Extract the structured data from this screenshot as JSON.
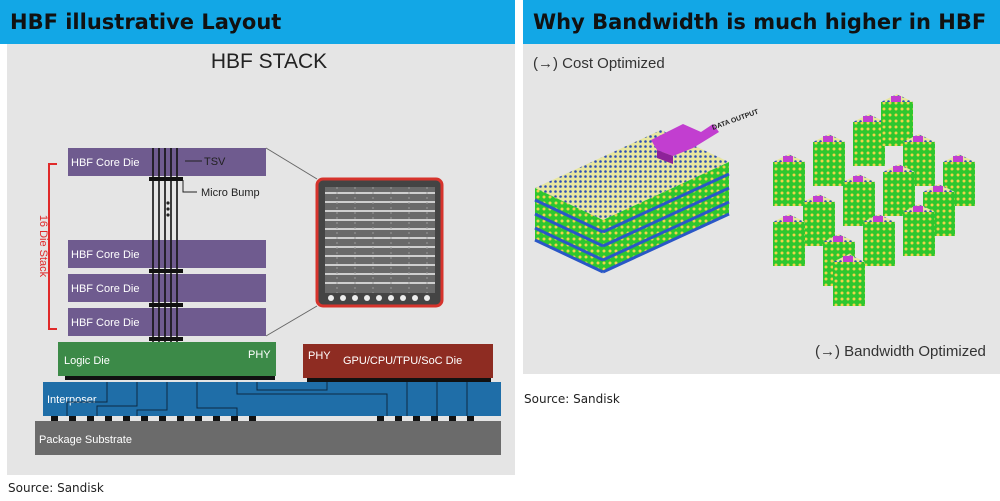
{
  "left_panel": {
    "title": "HBF illustrative Layout",
    "stack_title": "HBF STACK",
    "core_die_label": "HBF Core Die",
    "tsv_label": "TSV",
    "micro_bump_label": "Micro Bump",
    "stack_count_label": "16 Die Stack",
    "logic_die_label": "Logic Die",
    "phy_label": "PHY",
    "soc_die_label": "GPU/CPU/TPU/SoC Die",
    "interposer_label": "Interposer",
    "substrate_label": "Package Substrate",
    "source": "Source: Sandisk"
  },
  "right_panel": {
    "title": "Why Bandwidth is much higher in HBF",
    "cost_label": "(→) Cost Optimized",
    "bandwidth_label": "(→) Bandwidth Optimized",
    "data_output_label": "DATA OUTPUT",
    "source": "Source: Sandisk"
  },
  "colors": {
    "header_blue": "#12a7e6",
    "core_die_purple": "#6f5b8f",
    "logic_die_green": "#3c8a48",
    "soc_die_red": "#8e2c22",
    "interposer_blue": "#1f6ea8",
    "substrate_gray": "#6b6b6b",
    "stack_bracket_red": "#e02a2a",
    "output_magenta": "#c23ed0"
  }
}
